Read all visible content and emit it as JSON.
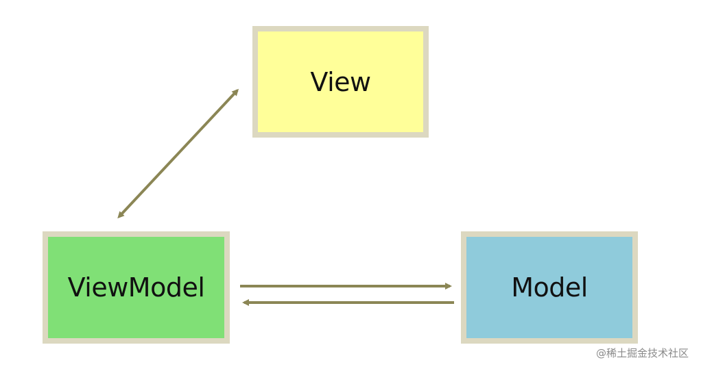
{
  "diagram": {
    "nodes": {
      "view": {
        "label": "View",
        "fill": "#ffff99"
      },
      "viewmodel": {
        "label": "ViewModel",
        "fill": "#80e076"
      },
      "model": {
        "label": "Model",
        "fill": "#8fcbdb"
      }
    },
    "edges": [
      {
        "from": "viewmodel",
        "to": "view",
        "direction": "bidirectional"
      },
      {
        "from": "viewmodel",
        "to": "model",
        "direction": "forward"
      },
      {
        "from": "model",
        "to": "viewmodel",
        "direction": "forward"
      }
    ],
    "colors": {
      "border": "#dcd8c0",
      "arrow": "#8b8655"
    }
  },
  "watermark": "@稀土掘金技术社区"
}
